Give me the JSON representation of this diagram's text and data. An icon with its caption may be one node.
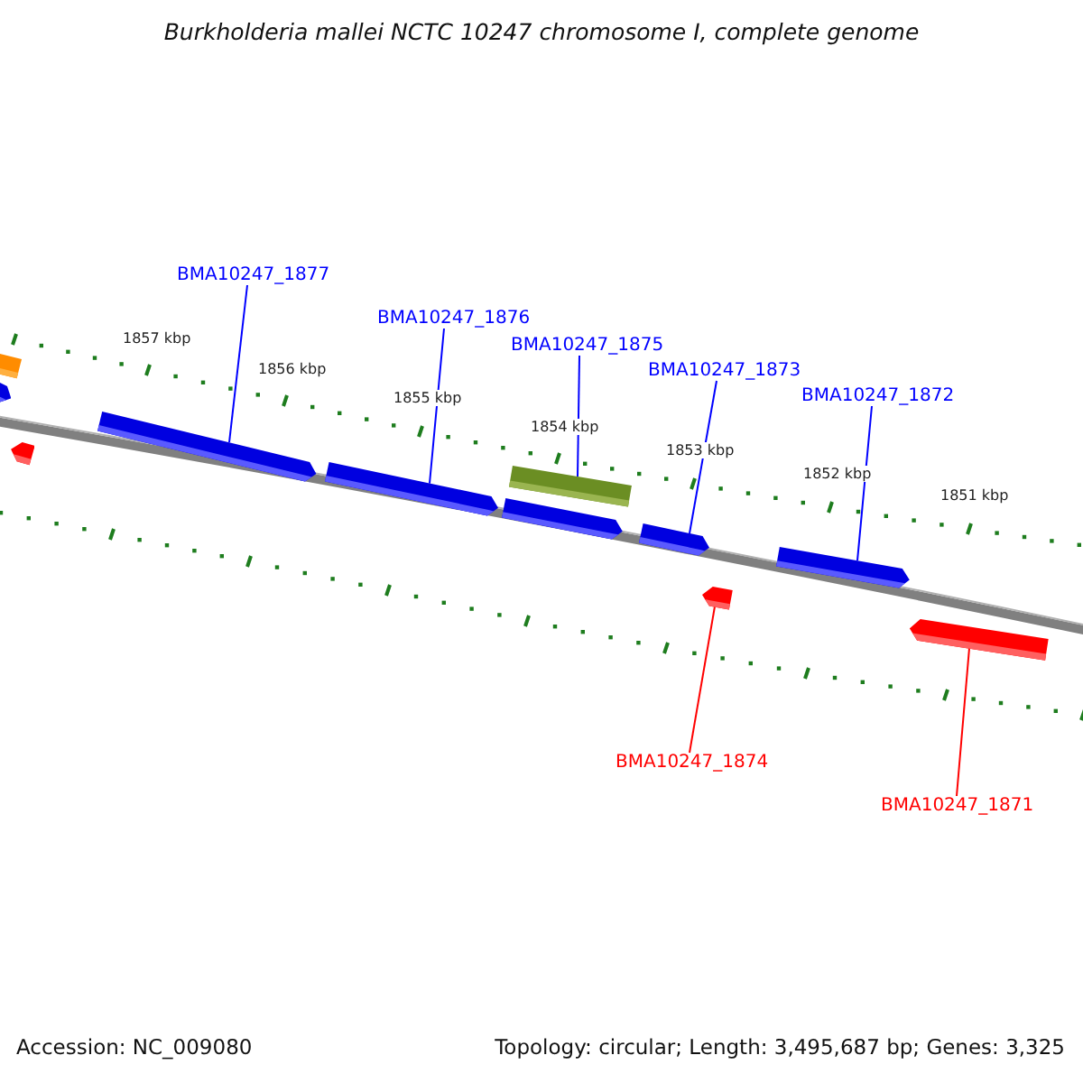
{
  "diagram": {
    "title": "Burkholderia mallei NCTC 10247 chromosome I, complete genome",
    "nodes": [
      {
        "text": [
          "BMA10247_1877"
        ]
      },
      {
        "text": [
          "BMA10247_1876"
        ]
      },
      {
        "text": [
          "BMA10247_1875"
        ]
      },
      {
        "text": [
          "BMA10247_1873"
        ]
      },
      {
        "text": [
          "BMA10247_1872"
        ]
      },
      {
        "text": [
          "BMA10247_1874"
        ]
      },
      {
        "text": [
          "BMA10247_1871"
        ]
      },
      {
        "text": [],
        "shape": "box"
      },
      {
        "text": [],
        "shape": "arrow"
      },
      {
        "text": [],
        "shape": "arrow"
      },
      {
        "text": [],
        "shape": "arrow"
      },
      {
        "text": [],
        "shape": "arrow"
      },
      {
        "text": [],
        "shape": "box"
      },
      {
        "text": [],
        "shape": "arrow"
      },
      {
        "text": [],
        "shape": "arrow"
      },
      {
        "text": [],
        "shape": "arrow"
      },
      {
        "text": [],
        "shape": "arrow"
      },
      {
        "text": [],
        "shape": "arrow"
      }
    ],
    "edges": [
      {
        "from": 0,
        "to": 10,
        "arrow": "none"
      },
      {
        "from": 1,
        "to": 11,
        "arrow": "none"
      },
      {
        "from": 2,
        "to": 12,
        "arrow": "none"
      },
      {
        "from": 3,
        "to": 14,
        "arrow": "none"
      },
      {
        "from": 4,
        "to": 15,
        "arrow": "none"
      },
      {
        "from": 5,
        "to": 16,
        "arrow": "none",
        "color": "#ff0000"
      },
      {
        "from": 6,
        "to": 17,
        "arrow": "none",
        "color": "#ff0000"
      }
    ],
    "labels": [
      "1857 kbp",
      "1856 kbp",
      "1855 kbp",
      "1854 kbp",
      "1853 kbp",
      "1852 kbp",
      "1851 kbp",
      "Accession: NC_009080",
      "Topology: circular; Length: 3,495,687 bp; Genes: 3,325"
    ]
  }
}
